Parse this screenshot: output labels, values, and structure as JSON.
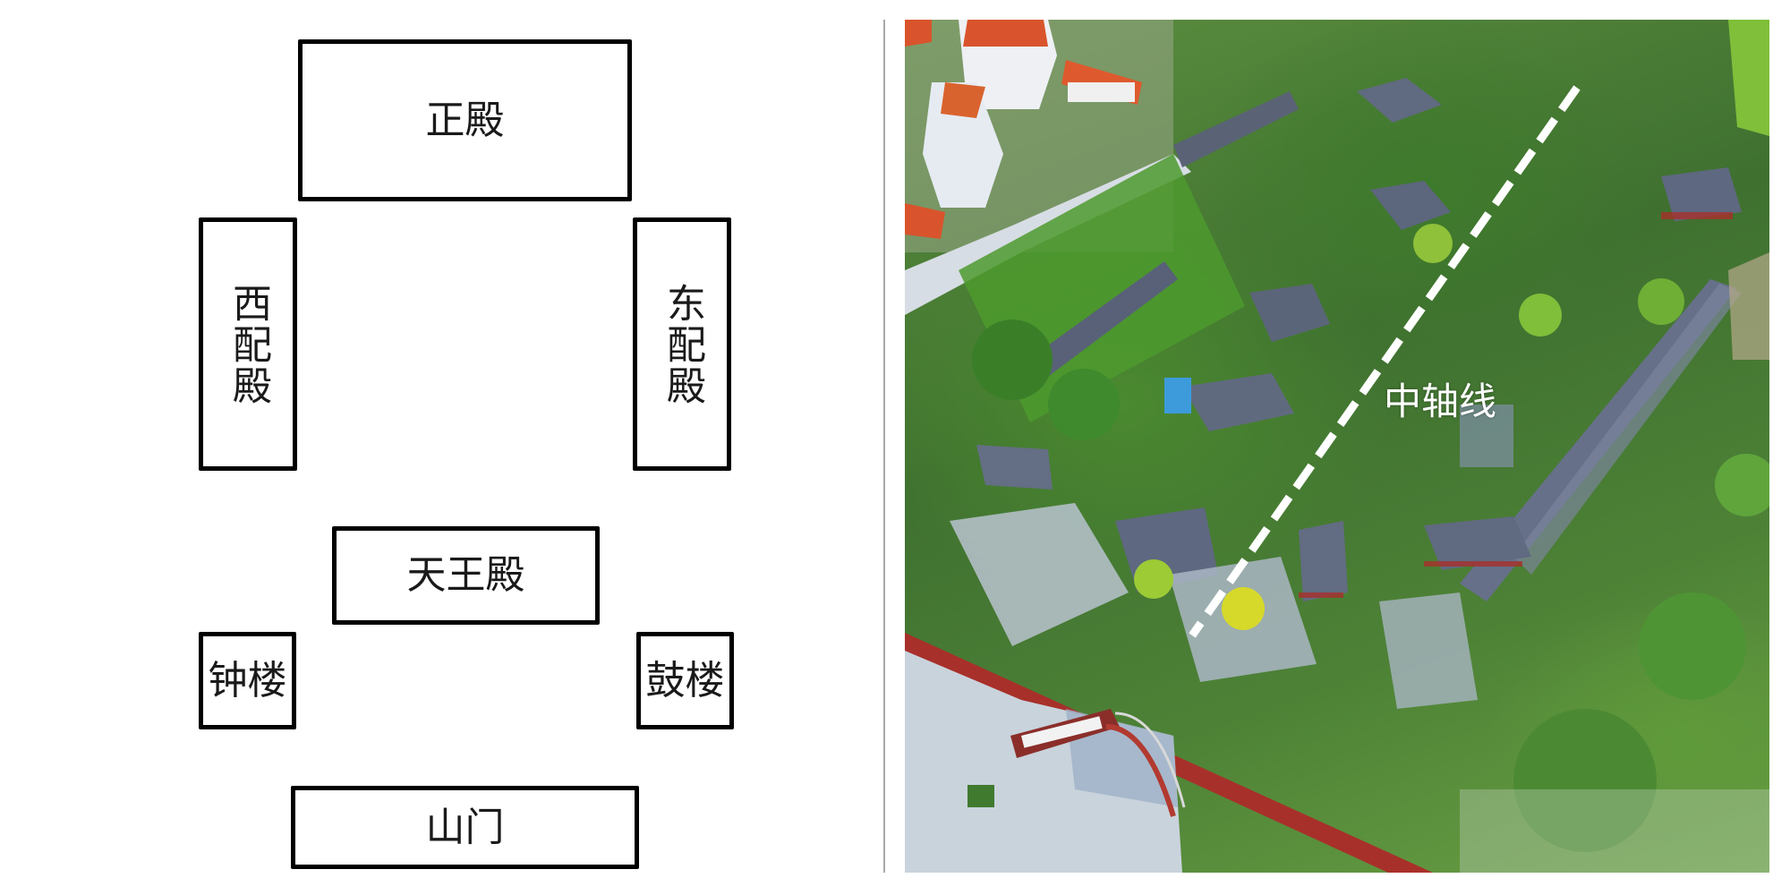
{
  "diagram": {
    "title": "",
    "buildings": [
      {
        "id": "main_hall",
        "label": "正殿"
      },
      {
        "id": "west_side_hall",
        "label": "西配殿"
      },
      {
        "id": "east_side_hall",
        "label": "东配殿"
      },
      {
        "id": "heavenly_kings_hall",
        "label": "天王殿"
      },
      {
        "id": "bell_tower",
        "label": "钟楼"
      },
      {
        "id": "drum_tower",
        "label": "鼓楼"
      },
      {
        "id": "mountain_gate",
        "label": "山门"
      }
    ],
    "colors": {
      "box_border": "#000000",
      "box_fill": "#ffffff",
      "text": "#1a1a1a",
      "divider": "#a9a9a9"
    }
  },
  "photo": {
    "description": "aerial-view of temple complex",
    "axis_label": "中轴线",
    "axis_line_style": "white dashed",
    "colors": {
      "foliage": "#4b8a30",
      "roof": "#5f6b85",
      "wall": "#a8302a",
      "plaza": "#c9d3dc",
      "axis_line": "#ffffff"
    }
  }
}
